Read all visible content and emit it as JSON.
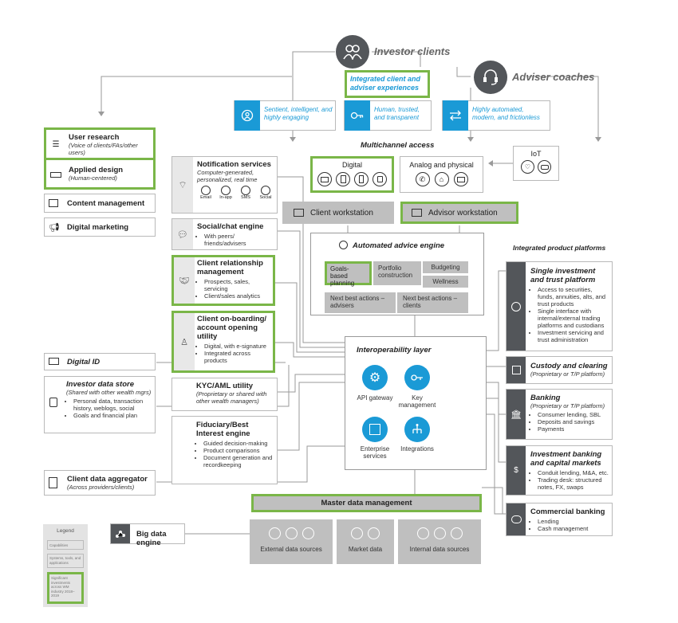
{
  "top": {
    "investor_clients": "Investor clients",
    "adviser_coaches": "Adviser coaches",
    "integrated": "Integrated client and adviser experiences",
    "c1": "Sentient, intelligent, and highly engaging",
    "c2": "Human, trusted, and transparent",
    "c3": "Highly automated, modern, and frictionless"
  },
  "multichannel": "Multichannel access",
  "digital": {
    "title": "Digital"
  },
  "analog": {
    "title": "Analog and physical"
  },
  "iot": "IoT",
  "client_workstation": "Client workstation",
  "advisor_workstation": "Advisor workstation",
  "notification": {
    "title": "Notification services",
    "sub": "Computer-generated, personalized, real time",
    "channels": [
      "Email",
      "In-app",
      "SMS",
      "Social"
    ]
  },
  "social": {
    "title": "Social/chat engine",
    "items": [
      "With peers/ friends/advisers"
    ]
  },
  "crm": {
    "title": "Client relationship management",
    "items": [
      "Prospects, sales, servicing",
      "Client/sales analytics"
    ]
  },
  "onboarding": {
    "title": "Client on-boarding/ account opening utility",
    "items": [
      "Digital, with e-signature",
      "Integrated across products"
    ]
  },
  "kyc": {
    "title": "KYC/AML utility",
    "sub": "(Proprietary or shared with other wealth managers)"
  },
  "fiduciary": {
    "title": "Fiduciary/Best Interest engine",
    "items": [
      "Guided decision-making",
      "Product comparisons",
      "Document generation and recordkeeping"
    ]
  },
  "left": {
    "user_research": {
      "title": "User research",
      "sub": "(Voice of clients/FAs/other users)"
    },
    "applied_design": {
      "title": "Applied design",
      "sub": "(Human-centered)"
    },
    "content": "Content management",
    "marketing": "Digital marketing",
    "digital_id": "Digital ID",
    "investor_store": {
      "title": "Investor data store",
      "sub": "(Shared with other wealth mgrs)",
      "items": [
        "Personal data, transaction history, weblogs, social",
        "Goals and financial plan"
      ]
    },
    "aggregator": {
      "title": "Client data aggregator",
      "sub": "(Across providers/clients)"
    },
    "big_data": "Big data engine"
  },
  "advice": {
    "title": "Automated advice engine",
    "goals": "Goals-based planning",
    "portfolio": "Portfolio construction",
    "budgeting": "Budgeting",
    "wellness": "Wellness",
    "nba_advisers": "Next best actions – advisers",
    "nba_clients": "Next best actions – clients"
  },
  "interop": {
    "title": "Interoperability layer",
    "api": "API gateway",
    "key": "Key management",
    "enterprise": "Enterprise services",
    "integrations": "Integrations"
  },
  "mdm": {
    "title": "Master data management",
    "external": "External data sources",
    "market": "Market data",
    "internal": "Internal data sources"
  },
  "right": {
    "heading": "Integrated product platforms",
    "single": {
      "title": "Single investment and trust platform",
      "items": [
        "Access to securities, funds, annuities, alts, and trust products",
        "Single interface with internal/external trading platforms and custodians",
        "Investment servicing and trust administration"
      ]
    },
    "custody": {
      "title": "Custody and clearing",
      "sub": "(Proprietary or T/P platform)"
    },
    "banking": {
      "title": "Banking",
      "sub": "(Proprietary or T/P platform)",
      "items": [
        "Consumer lending, SBL",
        "Deposits and savings",
        "Payments"
      ]
    },
    "ib": {
      "title": "Investment banking and capital markets",
      "items": [
        "Conduit lending, M&A, etc.",
        "Trading desk: structured notes, FX, swaps"
      ]
    },
    "commercial": {
      "title": "Commercial banking",
      "items": [
        "Lending",
        "Cash management"
      ]
    }
  },
  "legend": {
    "title": "Legend",
    "capabilities": "Capabilities",
    "systems": "Systems, tools, and applications",
    "significant": "Significant investments across WM industry 2018–2019"
  },
  "colors": {
    "green": "#7ab648",
    "blue": "#1a9ad6",
    "dark": "#53565a",
    "grey": "#bfbfbf"
  }
}
